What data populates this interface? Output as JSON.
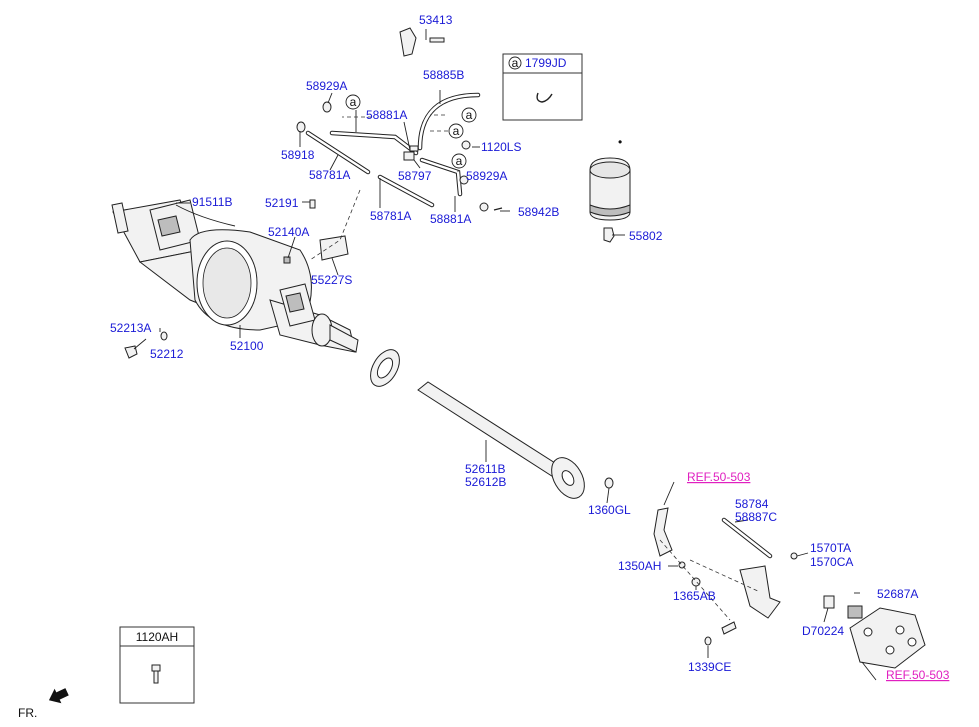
{
  "labels": {
    "p53413": "53413",
    "p58885B": "58885B",
    "p1799JD": "1799JD",
    "p58929A_1": "58929A",
    "p58881A_1": "58881A",
    "p58918": "58918",
    "p1120LS": "1120LS",
    "p58781A_1": "58781A",
    "p58797": "58797",
    "p58929A_2": "58929A",
    "p91511B": "91511B",
    "p52191": "52191",
    "p58942B": "58942B",
    "p58781A_2": "58781A",
    "p58881A_2": "58881A",
    "p52140A": "52140A",
    "p55802": "55802",
    "p55227S": "55227S",
    "p52213A": "52213A",
    "p52100": "52100",
    "p52212": "52212",
    "p52611B": "52611B",
    "p52612B": "52612B",
    "p1360GL": "1360GL",
    "pREF_top": "REF.50-503",
    "p58784": "58784",
    "p58887C": "58887C",
    "p1570TA": "1570TA",
    "p1570CA": "1570CA",
    "p1350AH": "1350AH",
    "p1365AB": "1365AB",
    "p52687A": "52687A",
    "pD70224": "D70224",
    "p1339CE": "1339CE",
    "pREF_bottom": "REF.50-503",
    "p1120AH": "1120AH",
    "fr": "FR."
  },
  "callout_letter": "a",
  "colors": {
    "part_number": "#1a1ad6",
    "reference": "#e020c0"
  }
}
